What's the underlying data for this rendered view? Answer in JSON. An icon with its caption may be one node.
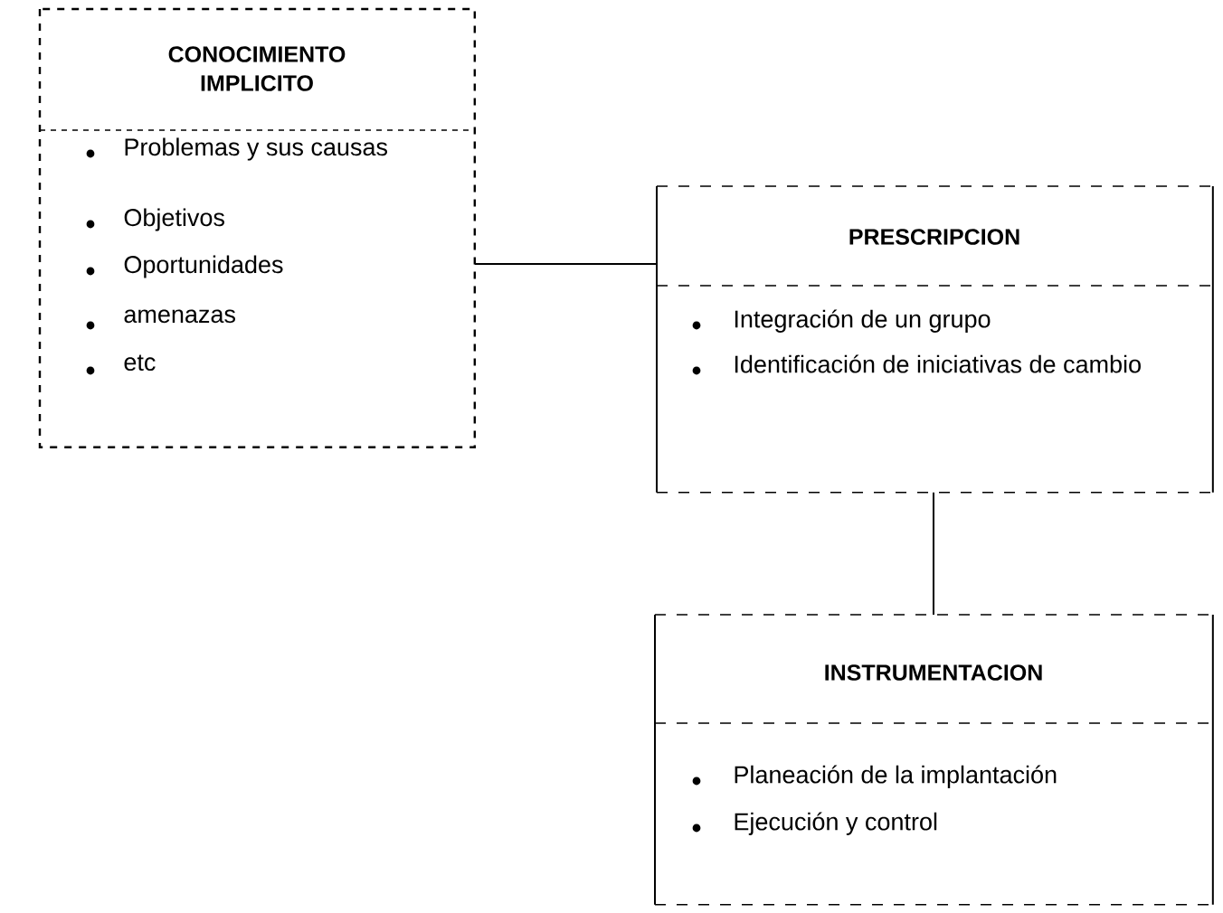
{
  "diagram": {
    "nodes": [
      {
        "text": [
          "CONOCIMIENTO IMPLICITO",
          "Problemas y sus causas",
          "Objetivos",
          "Oportunidades",
          "amenazas",
          "etc"
        ]
      },
      {
        "text": [
          "PRESCRIPCION",
          "Integración de un grupo",
          "Identificación de iniciativas de cambio"
        ]
      },
      {
        "text": [
          "INSTRUMENTACION",
          "Planeación de la implantación",
          "Ejecución y control"
        ]
      }
    ],
    "edges": [
      {
        "from": 0,
        "to": 1,
        "arrow": "none"
      },
      {
        "from": 1,
        "to": 2,
        "arrow": "none"
      }
    ]
  }
}
